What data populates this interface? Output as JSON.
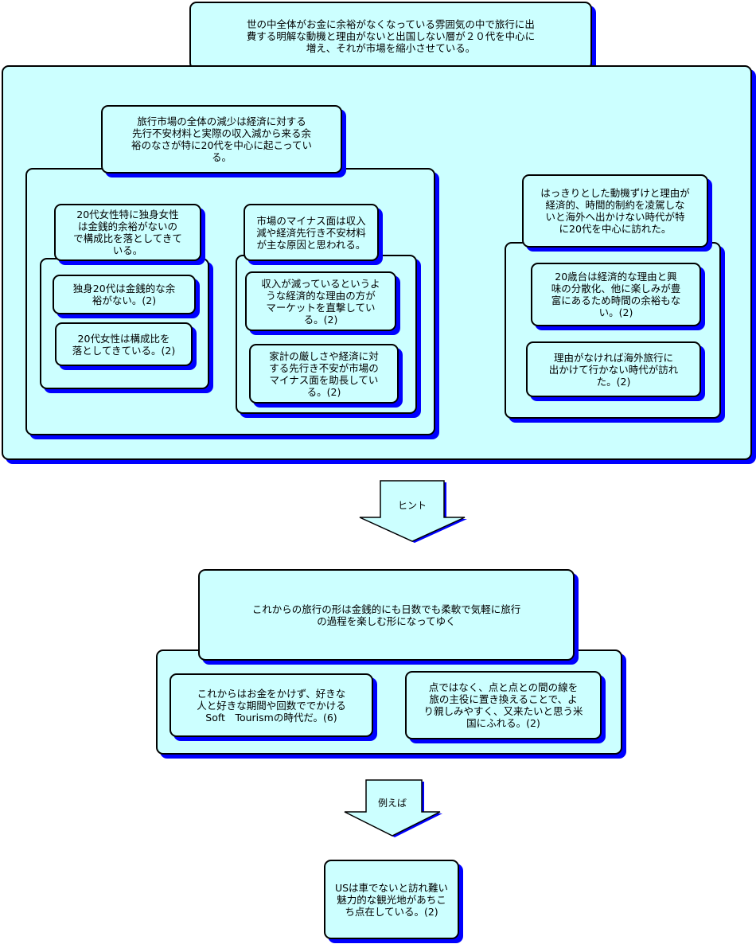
{
  "top_statement": "世の中全体がお金に余裕がなくなっている雰囲気の中で旅行に出\n費する明解な動機と理由がないと出国しない層が２０代を中心に\n増え、それが市場を縮小させている。",
  "left_group": {
    "header": "旅行市場の全体の減少は経済に対する\n先行不安材料と実際の収入減から来る余\n裕のなさが特に20代を中心に起こってい\nる。",
    "women": {
      "header": "20代女性特に独身女性\nは金銭的余裕がないの\nで構成比を落としてきて\nいる。",
      "items": [
        "独身20代は金銭的な余\n裕がない。(2)",
        "20代女性は構成比を\n落としてきている。(2)"
      ]
    },
    "market": {
      "header": "市場のマイナス面は収入\n減や経済先行き不安材料\nが主な原因と思われる。",
      "items": [
        "収入が減っているというよ\nうな経済的な理由の方が\nマーケットを直撃してい\nる。(2)",
        "家計の厳しさや経済に対\nする先行き不安が市場の\nマイナス面を助長してい\nる。(2)"
      ]
    }
  },
  "right_group": {
    "header": "はっきりとした動機ずけと理由が\n経済的、時間的制約を凌駕しな\nいと海外へ出かけない時代が特\nに20代を中心に訪れた。",
    "items": [
      "20歳台は経済的な理由と興\n味の分散化、他に楽しみが豊\n富にあるため時間の余裕もな\nい。(2)",
      "理由がなければ海外旅行に\n出かけて行かない時代が訪れ\nた。(2)"
    ]
  },
  "arrow1_label": "ヒント",
  "middle_group": {
    "header": "これからの旅行の形は金銭的にも日数でも柔軟で気軽に旅行\nの過程を楽しむ形になってゆく",
    "items": [
      "これからはお金をかけず、好きな\n人と好きな期間や回数ででかける\nSoft　Tourismの時代だ。(6)",
      "点ではなく、点と点との間の線を\n旅の主役に置き換えることで、よ\nり親しみやすく、又来たいと思う米\n国にふれる。(2)"
    ]
  },
  "arrow2_label": "例えば",
  "bottom_statement": "USは車でないと訪れ難い\n魅力的な観光地があちこ\nち点在している。(2)",
  "colors": {
    "box_fill": "#ccffff",
    "shadow": "#0000ff",
    "border": "#000000"
  }
}
